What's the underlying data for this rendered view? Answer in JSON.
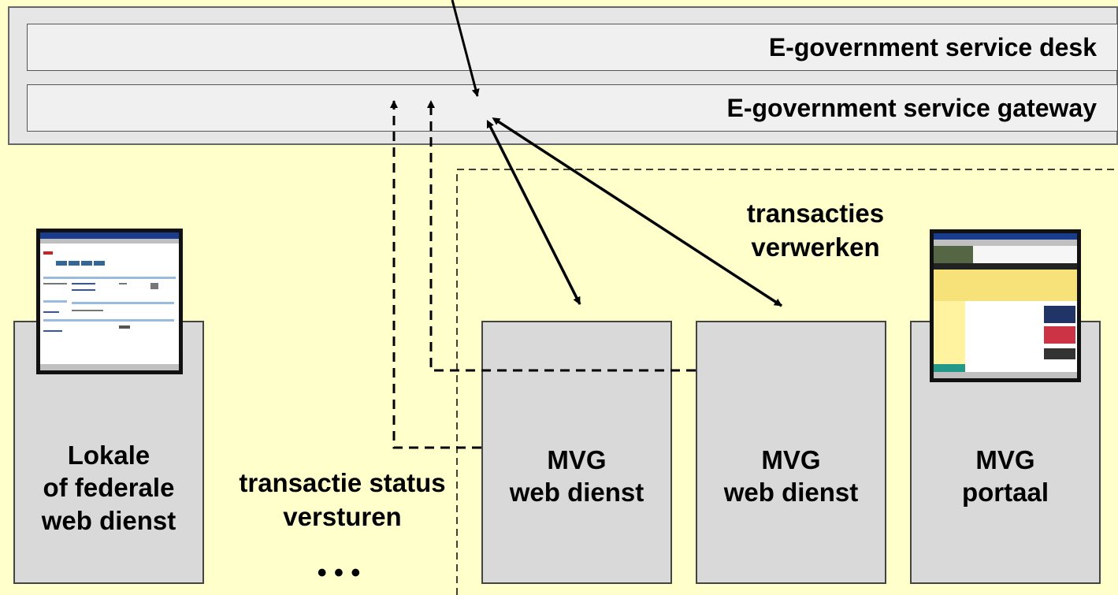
{
  "gateway_panel": {
    "service_desk": "E-government service desk",
    "service_gateway": "E-government service gateway"
  },
  "services": {
    "local": "Lokale\nof federale\nweb dienst",
    "mvg1": "MVG\nweb dienst",
    "mvg2": "MVG\nweb dienst",
    "portal": "MVG\nportaal"
  },
  "labels": {
    "process": "transacties\nverwerken",
    "status": "transactie status\nversturen",
    "ellipsis": "• • •"
  },
  "colors": {
    "background": "#ffffcc",
    "panel": "#e6e6e6",
    "service_box": "#d9d9d9"
  }
}
